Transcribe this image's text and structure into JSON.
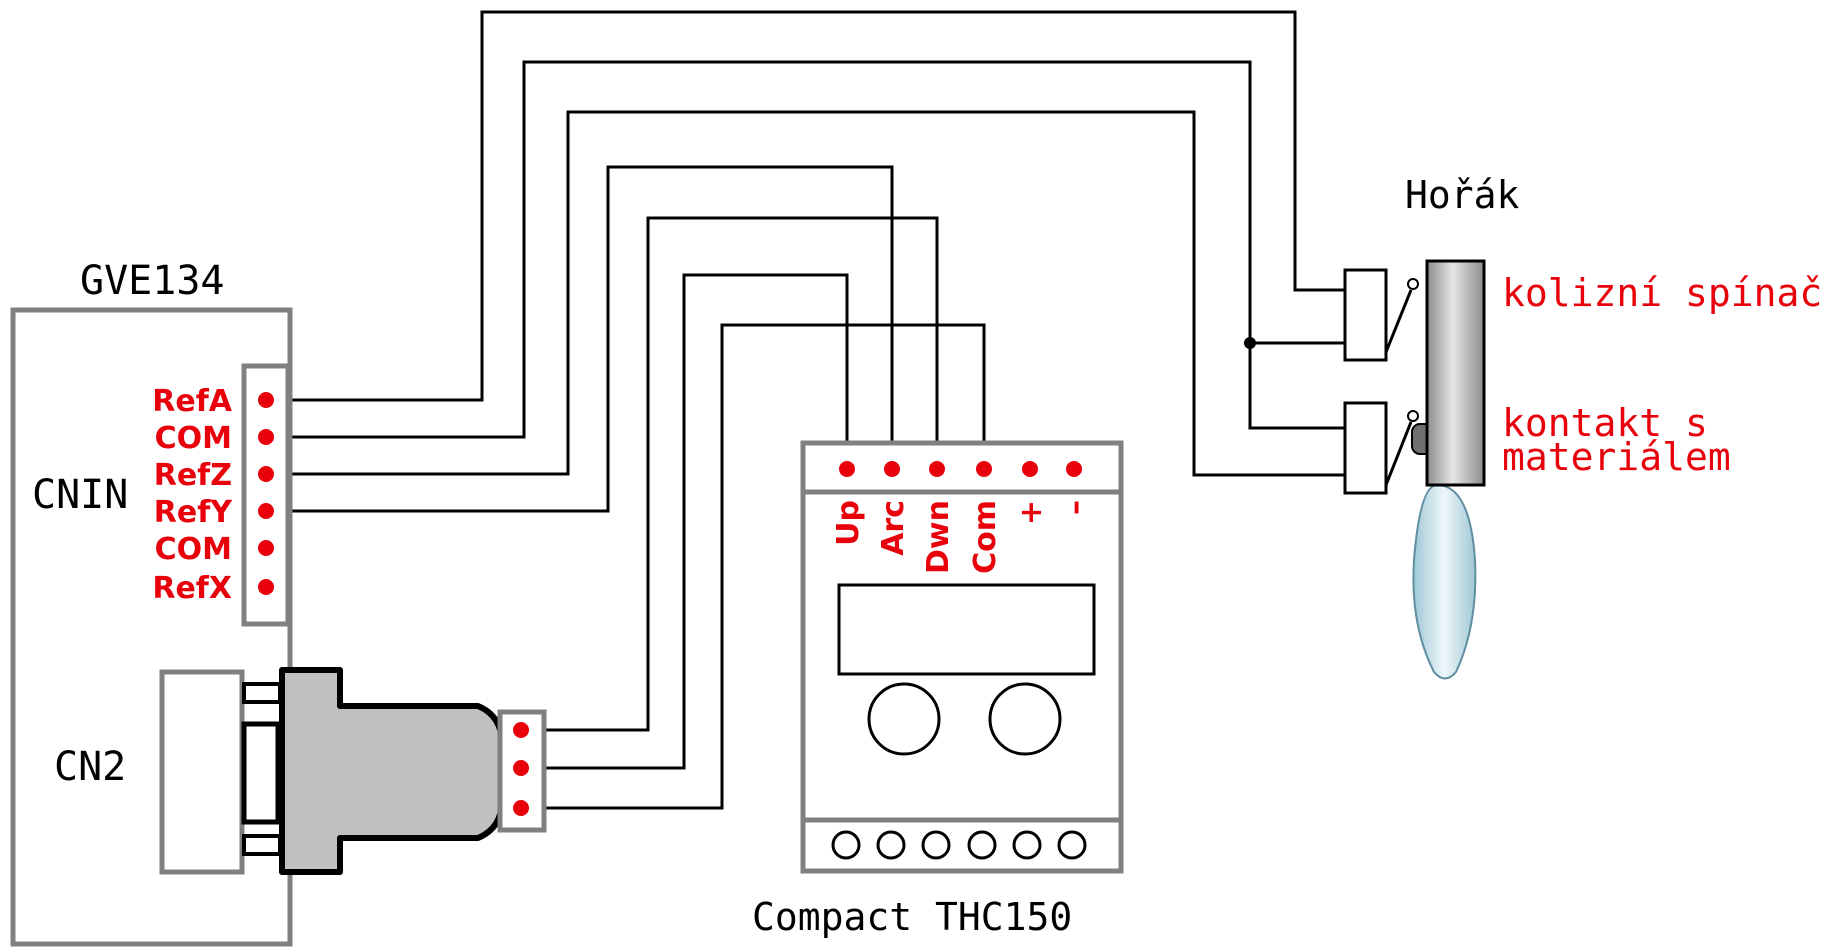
{
  "colors": {
    "box": "#808080",
    "wire": "#000000",
    "pin": "#e8000b",
    "label": "#e8000b",
    "connector": "#c0c0c0",
    "torch": "#a9a9a9",
    "flame": "#cfe6ee"
  },
  "gve": {
    "title": "GVE134",
    "cnin_label": "CNIN",
    "cn2_label": "CN2",
    "cnin_pins": [
      "RefA",
      "COM",
      "RefZ",
      "RefY",
      "COM",
      "RefX"
    ]
  },
  "thc": {
    "title": "Compact THC150",
    "pins": [
      "Up",
      "Arc",
      "Dwn",
      "Com",
      "+",
      "–"
    ]
  },
  "torch": {
    "title": "Hořák",
    "collision_switch": "kolizní spínač",
    "contact_line1": "kontakt s",
    "contact_line2": "materiálem"
  }
}
